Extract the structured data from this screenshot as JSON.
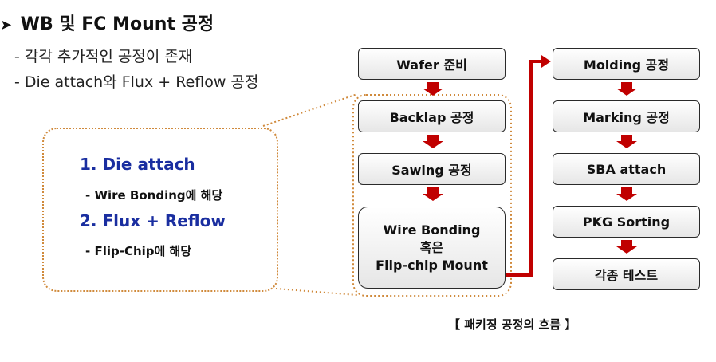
{
  "header": {
    "title": "WB 및 FC Mount 공정",
    "bullets": [
      "- 각각 추가적인 공정이 존재",
      "- Die attach와 Flux + Reflow 공정"
    ]
  },
  "callout": {
    "item1_title": "1. Die attach",
    "item1_sub": "- Wire Bonding에 해당",
    "item2_title": "2. Flux + Reflow",
    "item2_sub": "- Flip-Chip에 해당"
  },
  "flow": {
    "left": [
      "Wafer 준비",
      "Backlap 공정",
      "Sawing 공정"
    ],
    "big_box": [
      "Wire Bonding",
      "혹은",
      "Flip-chip Mount"
    ],
    "right": [
      "Molding 공정",
      "Marking 공정",
      "SBA attach",
      "PKG Sorting",
      "각종 테스트"
    ]
  },
  "caption": "【 패키징 공정의 흐름 】",
  "colors": {
    "arrow": "#c00000",
    "callout_border": "#d08a3c",
    "highlight_text": "#1a2ea0"
  }
}
